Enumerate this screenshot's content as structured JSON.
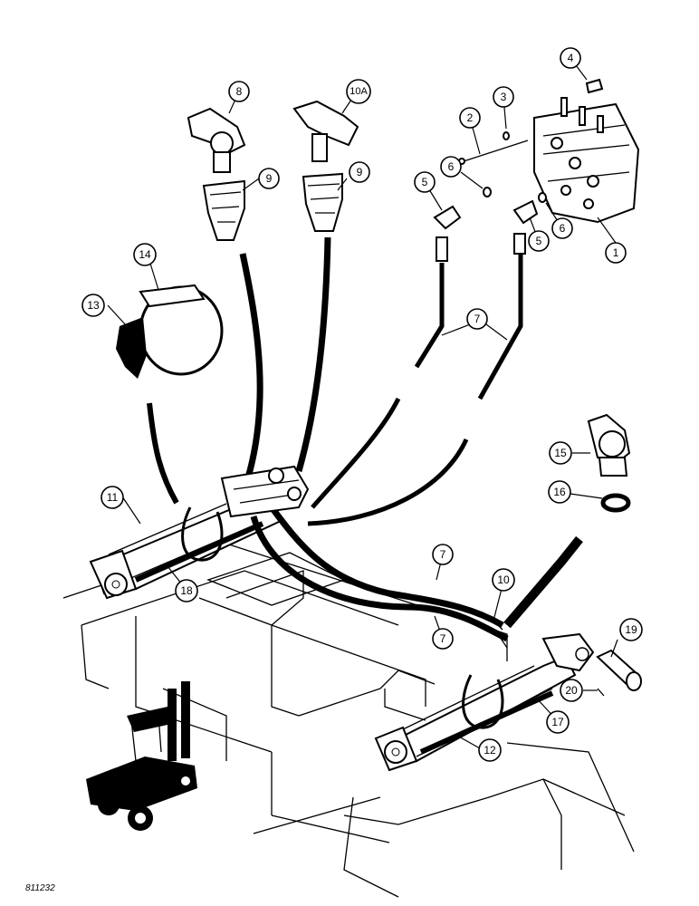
{
  "figure_number": "811232",
  "callouts": [
    {
      "label": "1"
    },
    {
      "label": "2"
    },
    {
      "label": "3"
    },
    {
      "label": "4"
    },
    {
      "label": "5"
    },
    {
      "label": "5"
    },
    {
      "label": "6"
    },
    {
      "label": "6"
    },
    {
      "label": "7"
    },
    {
      "label": "7"
    },
    {
      "label": "7"
    },
    {
      "label": "8"
    },
    {
      "label": "9"
    },
    {
      "label": "9"
    },
    {
      "label": "10A"
    },
    {
      "label": "10"
    },
    {
      "label": "11"
    },
    {
      "label": "12"
    },
    {
      "label": "13"
    },
    {
      "label": "14"
    },
    {
      "label": "15"
    },
    {
      "label": "16"
    },
    {
      "label": "17"
    },
    {
      "label": "18"
    },
    {
      "label": "19"
    },
    {
      "label": "20"
    }
  ]
}
